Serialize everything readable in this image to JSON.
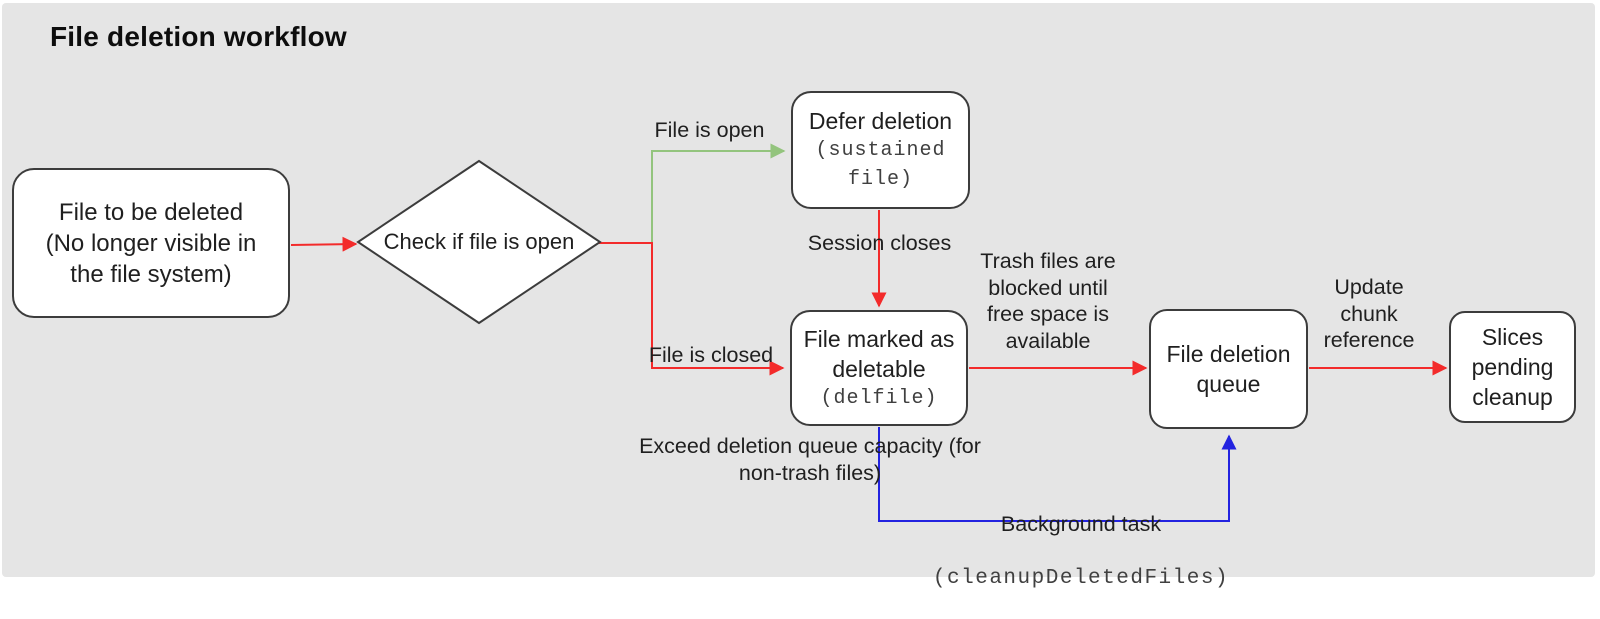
{
  "title": "File deletion workflow",
  "colors": {
    "red": "#f32b2b",
    "green": "#93c47d",
    "blue": "#2323e0",
    "node_border": "#3c3c3c",
    "background": "#e5e5e5",
    "text": "#1f1f1f",
    "code_text": "#404040"
  },
  "nodes": {
    "source": {
      "label": "File to be deleted\n(No longer visible in\nthe file system)"
    },
    "decision": {
      "label": "Check if file is open"
    },
    "defer": {
      "label": "Defer deletion",
      "code": "(sustained\nfile)"
    },
    "marked": {
      "label": "File marked as\ndeletable",
      "code": "(delfile)"
    },
    "queue": {
      "label": "File deletion\nqueue"
    },
    "slices": {
      "label": "Slices\npending\ncleanup"
    }
  },
  "edge_labels": {
    "file_is_open": "File is open",
    "file_is_closed": "File is closed",
    "session_closes": "Session closes",
    "trash_blocked": "Trash files are\nblocked until\nfree space is\navailable",
    "update_chunk": "Update\nchunk\nreference",
    "exceed_capacity": "Exceed deletion queue capacity (for\nnon-trash files)",
    "background_task": "Background task",
    "background_task_code": "(cleanupDeletedFiles)"
  }
}
